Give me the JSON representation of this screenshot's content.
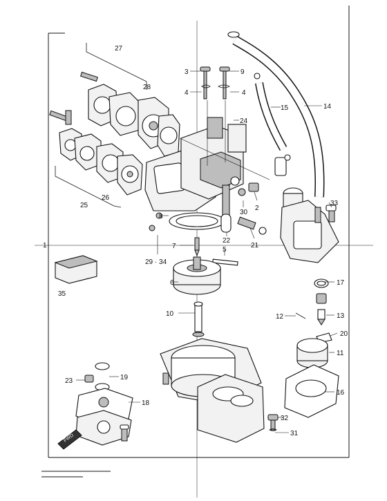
{
  "callouts": {
    "c1": "1",
    "c2": "2",
    "c3": "3",
    "c4a": "4",
    "c4b": "4",
    "c5": "5",
    "c6": "6",
    "c7": "7",
    "c8": "8",
    "c9": "9",
    "c10": "10",
    "c11": "11",
    "c12": "12",
    "c13": "13",
    "c14": "14",
    "c15": "15",
    "c16": "16",
    "c17": "17",
    "c18": "18",
    "c19": "19",
    "c20": "20",
    "c21": "21",
    "c22": "22",
    "c23": "23",
    "c24": "24",
    "c25": "25",
    "c26": "26",
    "c27": "27",
    "c28": "28",
    "c29_34": "29 · 34",
    "c30": "30",
    "c31": "31",
    "c32": "32",
    "c33": "33",
    "c35": "35"
  },
  "fwd_marker": "FWD"
}
